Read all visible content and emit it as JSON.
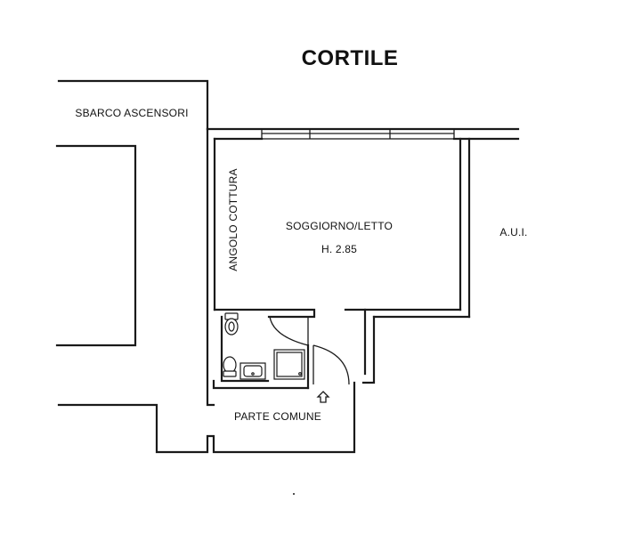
{
  "labels": {
    "courtyard": "CORTILE",
    "elevator_landing": "SBARCO ASCENSORI",
    "kitchen_corner": "ANGOLO COTTURA",
    "living_bedroom": "SOGGIORNO/LETTO",
    "ceiling_height": "H. 2.85",
    "other_unit": "A.U.I.",
    "common_area": "PARTE COMUNE"
  },
  "icons": {
    "entrance_arrow": "entrance-arrow-icon",
    "toilet": "toilet-icon",
    "bidet": "bidet-icon",
    "sink": "washbasin-icon",
    "shower": "shower-tray-icon"
  },
  "colors": {
    "line": "#1a1a1a",
    "background": "#ffffff"
  }
}
